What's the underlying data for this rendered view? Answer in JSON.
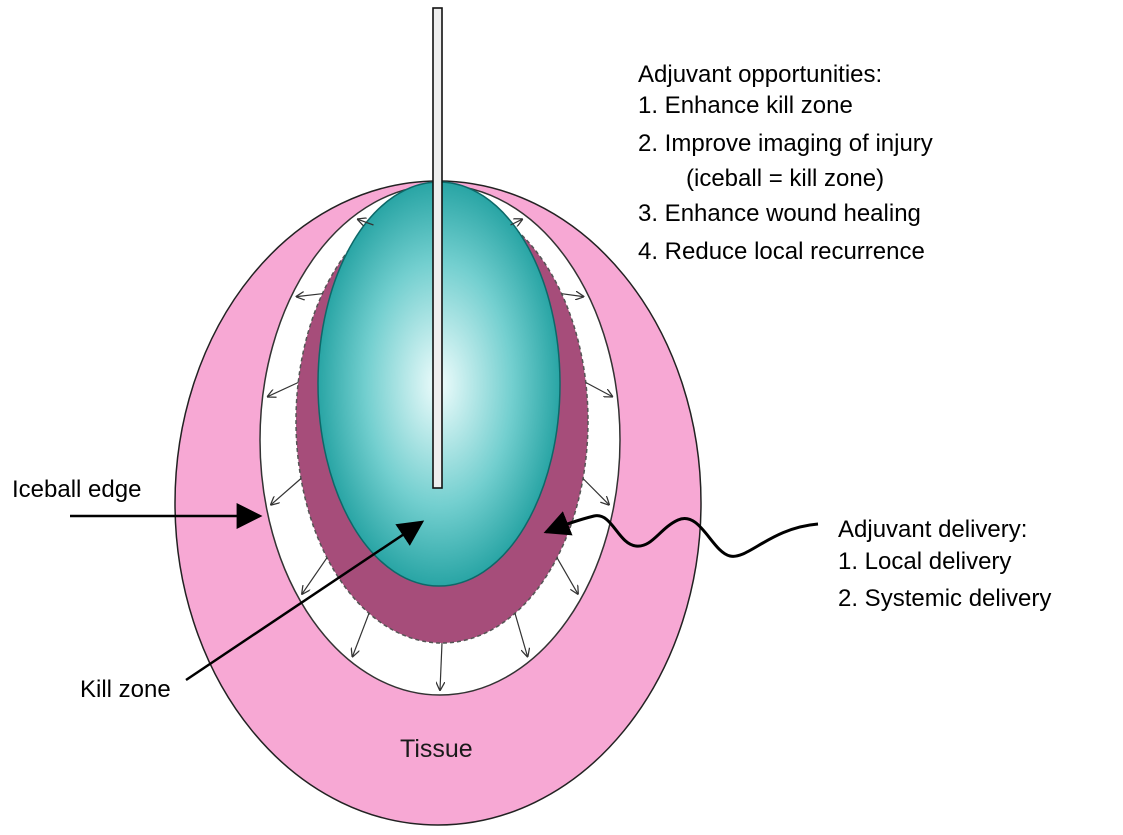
{
  "adjuvant_opportunities": {
    "heading": "Adjuvant opportunities:",
    "items": [
      "1.  Enhance kill zone",
      "2.  Improve imaging of injury",
      "(iceball = kill zone)",
      "3.  Enhance wound healing",
      "4.  Reduce local recurrence"
    ]
  },
  "adjuvant_delivery": {
    "heading": "Adjuvant delivery:",
    "items": [
      "1.  Local delivery",
      "2.  Systemic delivery"
    ]
  },
  "labels": {
    "iceball_edge": "Iceball edge",
    "kill_zone": "Kill zone",
    "tissue": "Tissue"
  },
  "colors": {
    "tissue": "#f7a8d4",
    "iceball_gap": "#ffffff",
    "kill_zone_ring": "#a64d7a",
    "iceball_center": "#e8fbfb",
    "iceball_edge": "#189c9c",
    "probe": "#eeeeee"
  }
}
